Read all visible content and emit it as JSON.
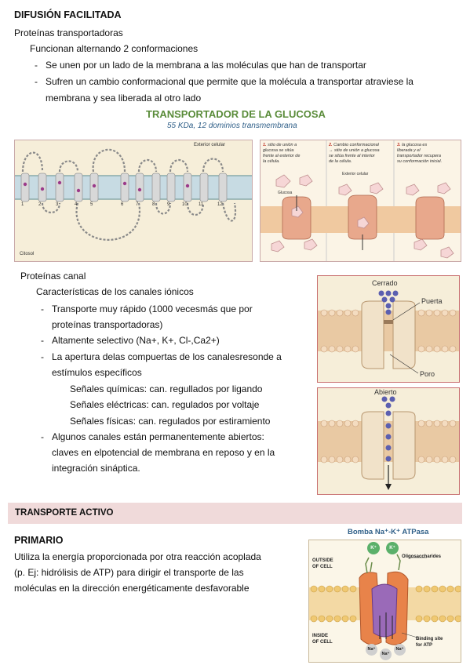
{
  "section1": {
    "title": "DIFUSIÓN FACILITADA",
    "subtitle": "Proteínas transportadoras",
    "intro": "Funcionan alternando 2 conformaciones",
    "bullets": [
      "Se unen por un lado de la membrana a las moléculas que han de transportar",
      "Sufren un cambio conformacional que permite que la molécula a transportar atraviese la",
      "membrana y sea liberada al otro lado"
    ]
  },
  "glucose_fig": {
    "title": "TRANSPORTADOR DE LA GLUCOSA",
    "subtitle": "55 KDa, 12 dominios transmembrana",
    "left_label_top": "Exterior celular",
    "left_label_bottom": "Citosol",
    "segments": [
      "1",
      "2",
      "3",
      "4",
      "5",
      "6",
      "7",
      "8",
      "9",
      "10",
      "11",
      "12"
    ],
    "steps": [
      {
        "num": "1.",
        "lines": [
          "sitio de unión a",
          "glucosa se sitúa",
          "frente al exterior de",
          "la célula."
        ]
      },
      {
        "num": "2.",
        "lines": [
          "Cambio conformacional",
          "→ sitio de unión a glucosa",
          "se sitúa frente al interior",
          "de la célula."
        ]
      },
      {
        "num": "3.",
        "lines": [
          "la glucosa es",
          "liberada  y el",
          "transportador recupera",
          "su conformación inicial."
        ]
      }
    ],
    "label_glucosa": "Glucosa",
    "label_exterior": "Exterior celular"
  },
  "section2": {
    "title": "Proteínas canal",
    "intro": "Características de los canales iónicos",
    "lines": [
      {
        "type": "bullet",
        "text": "Transporte muy rápido (1000 vecesmás que por"
      },
      {
        "type": "cont",
        "text": "proteínas transportadoras)"
      },
      {
        "type": "bullet",
        "text": "Altamente selectivo (Na+, K+, Cl-,Ca2+)"
      },
      {
        "type": "bullet",
        "text": "La apertura delas compuertas de los canalesresonde a"
      },
      {
        "type": "cont",
        "text": "estímulos específicos"
      },
      {
        "type": "sub",
        "text": "Señales químicas: can. regullados por ligando"
      },
      {
        "type": "sub",
        "text": "Señales eléctricas: can. regulados por voltaje"
      },
      {
        "type": "sub",
        "text": "Señales físicas: can. regulados por estiramiento"
      },
      {
        "type": "bullet",
        "text": "Algunos canales están permanentemente abiertos:"
      },
      {
        "type": "cont",
        "text": "claves en elpotencial de membrana en reposo y en la"
      },
      {
        "type": "cont",
        "text": "integración sináptica."
      }
    ]
  },
  "channel_fig": {
    "closed": "Cerrado",
    "gate": "Puerta",
    "pore": "Poro",
    "open": "Abierto"
  },
  "section3": {
    "banner": "TRANSPORTE ACTIVO",
    "title": "PRIMARIO",
    "lines": [
      "Utiliza la energía proporcionada por otra reacción acoplada",
      "(p. Ej: hidrólisis de ATP) para dirigir el transporte de las",
      "moléculas en la dirección energéticamente desfavorable"
    ]
  },
  "pump_fig": {
    "title": "Bomba Na⁺-K⁺ ATPasa",
    "outside": [
      "OUTSIDE",
      "OF CELL"
    ],
    "inside": [
      "INSIDE",
      "OF CELL"
    ],
    "oligo": "Oligosaccharides",
    "binding": [
      "Binding site",
      "for ATP"
    ],
    "k_ion": "K⁺",
    "na_ion": "Na⁺"
  }
}
